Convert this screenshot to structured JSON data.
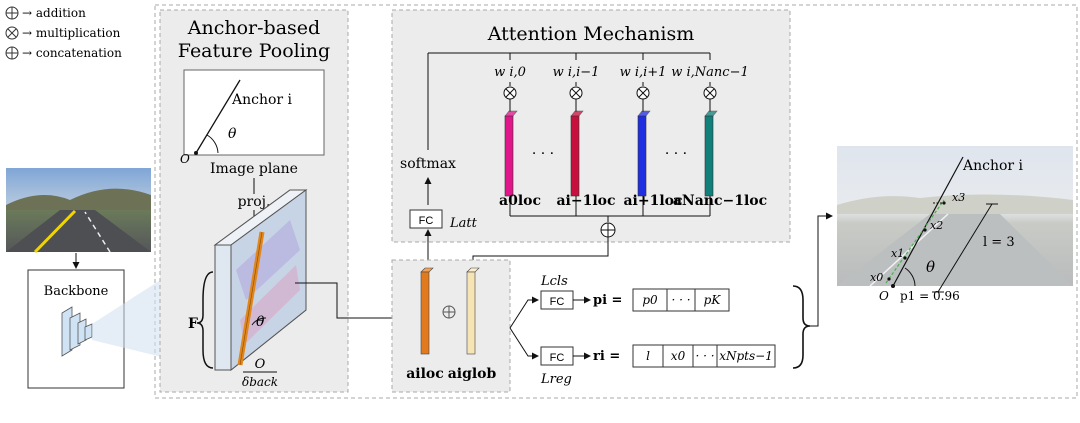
{
  "legend": {
    "addition": "→ addition",
    "multiplication": "→ multiplication",
    "concatenation": "→ concatenation"
  },
  "pooling": {
    "title_line1": "Anchor-based",
    "title_line2": "Feature Pooling",
    "anchor_label": "Anchor i",
    "theta": "θ",
    "origin": "O",
    "image_plane": "Image plane",
    "proj": "proj.",
    "feature_label": "F",
    "o_over_delta_num": "O",
    "o_over_delta_den": "δback"
  },
  "backbone": {
    "label": "Backbone"
  },
  "attention": {
    "title": "Attention Mechanism",
    "weights": [
      "w i,0",
      "w i,i−1",
      "w i,i+1",
      "w i,Nanc−1"
    ],
    "features": [
      "a0loc",
      "ai−1loc",
      "ai+1loc",
      "aNanc−1loc"
    ],
    "dots": "· · ·",
    "softmax": "softmax",
    "fc": "FC",
    "l_att": "Latt"
  },
  "concat": {
    "a_loc": "ailoc",
    "a_glob": "aiglob"
  },
  "heads": {
    "l_cls": "Lcls",
    "l_reg": "Lreg",
    "fc_cls": "FC",
    "fc_reg": "FC",
    "p_eq": "pi =",
    "r_eq": "ri =",
    "p_cells": [
      "p0",
      "· · ·",
      "pK"
    ],
    "r_cells": [
      "l",
      "x0",
      "· · ·",
      "xNpts−1"
    ]
  },
  "output": {
    "anchor": "Anchor i",
    "x3": "x3",
    "x2": "x2",
    "x1": "x1",
    "x0": "x0",
    "theta": "θ",
    "l_eq": "l = 3",
    "origin": "O",
    "p1": "p1 = 0.96"
  },
  "colors": {
    "magenta": "#e0168a",
    "crimson": "#c8103e",
    "blue": "#1f2ee0",
    "teal": "#11807a",
    "orange": "#e07a1c",
    "cream": "#f6e4b4",
    "panel_gray": "#ececec"
  }
}
